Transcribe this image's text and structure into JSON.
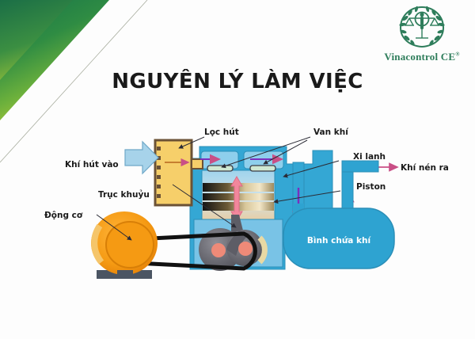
{
  "slide": {
    "title": "NGUYÊN LÝ LÀM VIỆC",
    "background_color": "#fdfdfd"
  },
  "brand": {
    "logo_name": "vinacontrol-ce-logo",
    "logo_text": "Vinacontrol CE",
    "registered_mark": "®",
    "logo_color": "#2e7d5b",
    "emblem_description": "laurel-wreath-with-balance-scale"
  },
  "decoration": {
    "corner_gradient_from": "#1b7a4b",
    "corner_gradient_mid": "#4ea33f",
    "corner_gradient_to": "#a8c63a",
    "name": "green-diagonal-corner"
  },
  "diagram": {
    "name": "air-compressor-working-principle",
    "labels": [
      {
        "id": "intake-air",
        "text": "Khí hút vào",
        "color": "#1a1a1a"
      },
      {
        "id": "intake-filter",
        "text": "Lọc hút",
        "color": "#1a1a1a"
      },
      {
        "id": "air-valve",
        "text": "Van khí",
        "color": "#1a1a1a"
      },
      {
        "id": "cylinder",
        "text": "Xi lanh",
        "color": "#1a1a1a"
      },
      {
        "id": "piston",
        "text": "Piston",
        "color": "#1a1a1a"
      },
      {
        "id": "compressed-out",
        "text": "Khí nén ra",
        "color": "#1a1a1a"
      },
      {
        "id": "crankshaft",
        "text": "Trục khuỷu",
        "color": "#1a1a1a"
      },
      {
        "id": "motor",
        "text": "Động cơ",
        "color": "#1a1a1a"
      },
      {
        "id": "air-tank",
        "text": "Bình chứa khí",
        "color": "#ffffff"
      }
    ],
    "colors": {
      "body_blue": "#34a7d4",
      "chamber_blue": "#7fc6e8",
      "tank_blue": "#2ea3d1",
      "filter_yellow": "#f6cf6a",
      "filter_border": "#6b5236",
      "motor_orange": "#f59a13",
      "arrow_blue": "#8fc9e8",
      "arrow_purple": "#7b2fbe",
      "arrow_pink": "#f2879c",
      "belt_black": "#1c1c1c"
    }
  }
}
